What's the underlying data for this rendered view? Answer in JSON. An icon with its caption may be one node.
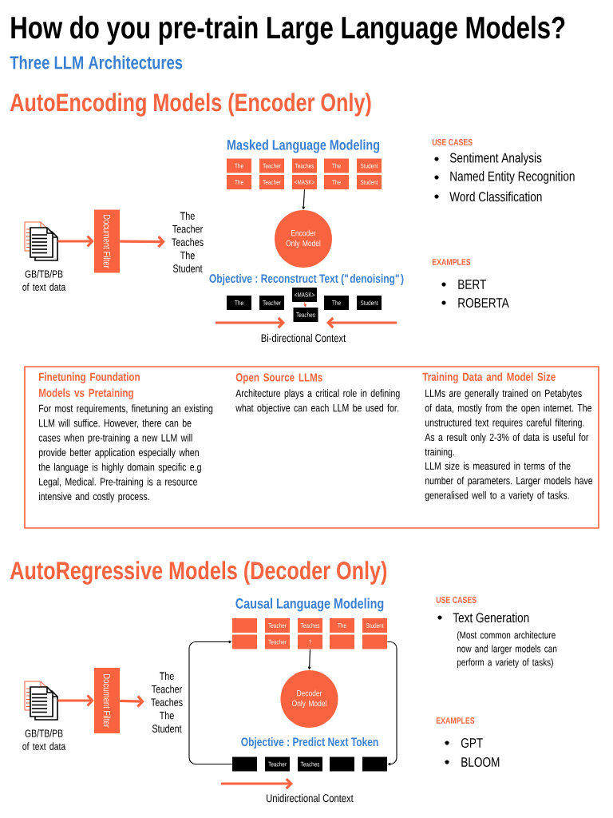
{
  "diagram": {
    "title": "How do you pre-train Large Language Models?",
    "nodes": [
      {
        "text": [],
        "shape": "picture",
        "beside": [
          "GB/TB/PB of text data"
        ]
      },
      {
        "text": [
          "Document Filter"
        ]
      },
      {
        "text": [
          "The Teacher Teaches The Student"
        ]
      },
      {
        "text": [
          "The"
        ]
      },
      {
        "text": [
          "Teacher"
        ]
      },
      {
        "text": [
          "Teaches"
        ]
      },
      {
        "text": [
          "The"
        ]
      },
      {
        "text": [
          "Student"
        ]
      },
      {
        "text": [
          "The"
        ]
      },
      {
        "text": [
          "Teacher"
        ]
      },
      {
        "text": [
          "<MASK>"
        ]
      },
      {
        "text": [
          "The"
        ]
      },
      {
        "text": [
          "Student"
        ]
      },
      {
        "text": [
          "Encoder Only Model"
        ]
      },
      {
        "text": [
          "The"
        ]
      },
      {
        "text": [
          "Teacher"
        ]
      },
      {
        "text": [
          "<MASK>"
        ]
      },
      {
        "text": [
          "Teaches"
        ]
      },
      {
        "text": [
          "The"
        ]
      },
      {
        "text": [
          "Student"
        ]
      },
      {
        "text": [
          "Finetuning Foundation Models vs Pretaining",
          "For most requirements, finetuning an existing LLM will suffice. However, there can be cases when pre-training a new LLM will provide better application especially when the language is highly domain specific e.g Legal, Medical. Pre-training is a resource intensive and costly process.",
          "Open Source LLMs",
          "Architecture plays a critical role in defining what objective can each LLM be used for.",
          "Training Data and Model Size",
          "LLMs are generally trained on Petabytes of data, mostly from the open internet. The unstructured text requires careful filtering. As a result only 2-3% of data is useful for training.",
          "LLM size is measured in terms of the number of parameters. Larger models have generalised well to a variety of tasks."
        ]
      },
      {
        "text": [],
        "shape": "picture",
        "beside": [
          "GB/TB/PB of text data"
        ]
      },
      {
        "text": [
          "Document Filter"
        ]
      },
      {
        "text": [
          "The Teacher Teaches The Student"
        ]
      },
      {
        "text": [],
        "shape": "box"
      },
      {
        "text": [
          "Teacher"
        ]
      },
      {
        "text": [
          "Teaches"
        ]
      },
      {
        "text": [
          "The"
        ]
      },
      {
        "text": [
          "Student"
        ]
      },
      {
        "text": [],
        "shape": "box"
      },
      {
        "text": [
          "Teacher"
        ]
      },
      {
        "text": [
          "?"
        ]
      },
      {
        "text": [],
        "shape": "box"
      },
      {
        "text": [],
        "shape": "box"
      },
      {
        "text": [
          "Decoder Only Model"
        ]
      },
      {
        "text": [],
        "shape": "box"
      },
      {
        "text": [
          "Teacher"
        ]
      },
      {
        "text": [
          "Teaches"
        ]
      },
      {
        "text": [],
        "shape": "box"
      },
      {
        "text": [],
        "shape": "box"
      }
    ],
    "edges": [
      {
        "from": 0,
        "to": 1,
        "arrow": "to",
        "style": "thick"
      },
      {
        "from": 1,
        "to": 2,
        "arrow": "to",
        "style": "thick"
      },
      {
        "from": 10,
        "to": 13,
        "arrow": "to",
        "color": "#000000"
      },
      {
        "from": 16,
        "to": 17,
        "arrow": "to"
      },
      {
        "from": 21,
        "to": 22,
        "arrow": "to",
        "style": "thick"
      },
      {
        "from": 22,
        "to": 23,
        "arrow": "to",
        "style": "thick"
      },
      {
        "from": 31,
        "to": 34,
        "arrow": "to",
        "color": "#000000"
      },
      {
        "from": 35,
        "to": 29,
        "arrow": "to",
        "color": "#000000"
      },
      {
        "from": 33,
        "to": 39,
        "arrow": "to",
        "color": "#000000"
      }
    ],
    "labels": [
      "Three LLM Architectures",
      "AutoEncoding Models (Encoder Only)",
      "Masked Language Modeling",
      "USE CASES",
      "Sentiment Analysis",
      "Named Entity Recognition",
      "Word Classification",
      "EXAMPLES",
      "BERT",
      "ROBERTA",
      "Objective : Reconstruct Text (\"denoising\")",
      "Bi-directional Context",
      "AutoRegressive Models (Decoder Only)",
      "Causal Language Modeling",
      "USE CASES",
      "Text Generation",
      "(Most common architecture now and larger models can perform a variety of tasks)",
      "EXAMPLES",
      "GPT",
      "BLOOM",
      "Objective : Predict Next Token",
      "Unidirectional Context"
    ]
  }
}
